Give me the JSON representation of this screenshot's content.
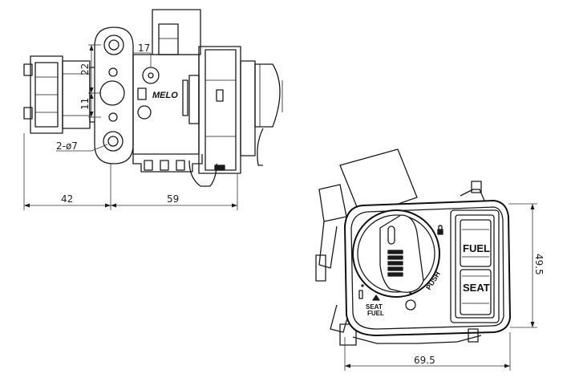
{
  "side_view": {
    "dim_left": "42",
    "dim_right": "59",
    "dim_top": "17",
    "dim_vert_top": "22",
    "dim_vert_bottom": "11",
    "hole_callout": "2-ø7",
    "brand": "MELO"
  },
  "front_view": {
    "dim_width": "69.5",
    "dim_height": "49.5",
    "button_fuel": "FUEL",
    "button_seat": "SEAT",
    "label_push": "PUSH",
    "label_seat": "SEAT",
    "label_fuel": "FUEL"
  }
}
